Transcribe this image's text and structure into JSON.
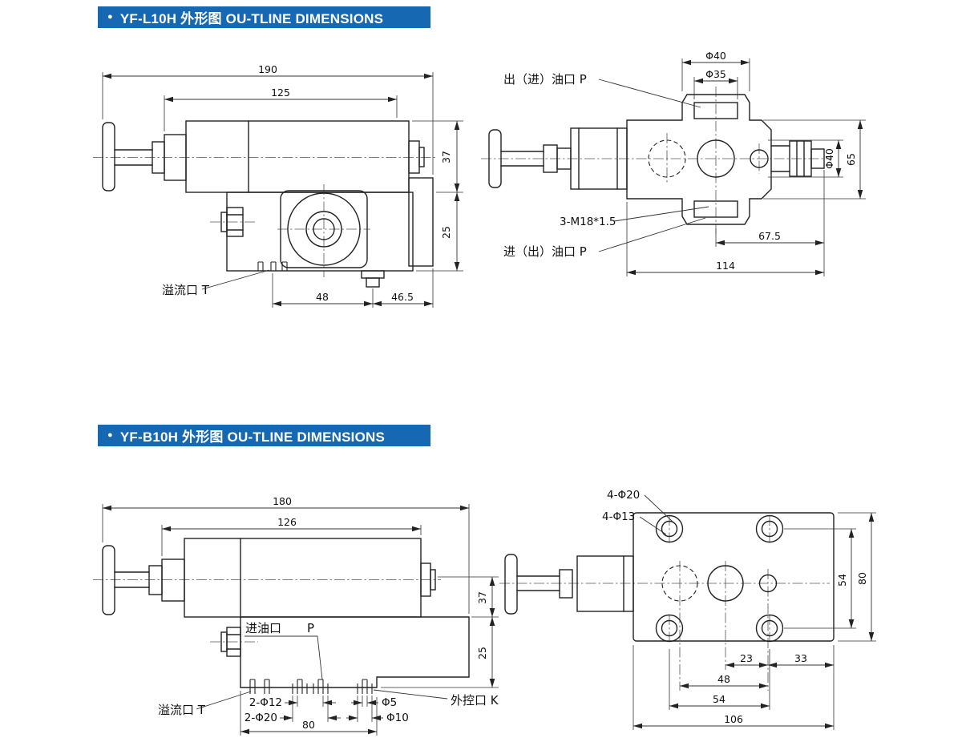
{
  "page": {
    "background": "#ffffff",
    "accent": "#1768b3",
    "line_color": "#222222"
  },
  "s1": {
    "bullet": "●",
    "header": "YF-L10H 外形图  OU-TLINE DIMENSIONS",
    "side": {
      "dim_total_width": "190",
      "dim_body_width": "125",
      "dim_upper_height": "37",
      "dim_lower_height": "25",
      "dim_port_offset": "48",
      "dim_plug_offset": "46.5",
      "label_relief_port": "溢流口 T"
    },
    "top": {
      "dim_phi40_flange": "Φ40",
      "dim_phi35_port": "Φ35",
      "dim_phi40_bore": "Φ40",
      "dim_height": "65",
      "dim_offset": "67.5",
      "dim_width": "114",
      "label_port_out": "出（进）油口 P",
      "label_thread": "3-M18*1.5",
      "label_port_in": "进（出）油口 P"
    }
  },
  "s2": {
    "bullet": "●",
    "header": "YF-B10H 外形图  OU-TLINE DIMENSIONS",
    "side": {
      "dim_total_width": "180",
      "dim_body_width": "126",
      "dim_upper_height": "37",
      "dim_lower_height": "25",
      "label_inlet_port": "进油口",
      "label_inlet_p": "P",
      "label_relief_port": "溢流口 T",
      "label_control_port": "外控口 K",
      "dim_2phi12": "2-Φ12",
      "dim_2phi20": "2-Φ20",
      "dim_phi5": "Φ5",
      "dim_phi10": "Φ10",
      "dim_bottom_width": "80"
    },
    "top": {
      "label_4phi20": "4-Φ20",
      "label_4phi13": "4-Φ13",
      "dim_hole_spacing_v": "54",
      "dim_plate_height": "80",
      "dim_23": "23",
      "dim_33": "33",
      "dim_48": "48",
      "dim_hole_spacing_h": "54",
      "dim_plate_width": "106"
    }
  }
}
